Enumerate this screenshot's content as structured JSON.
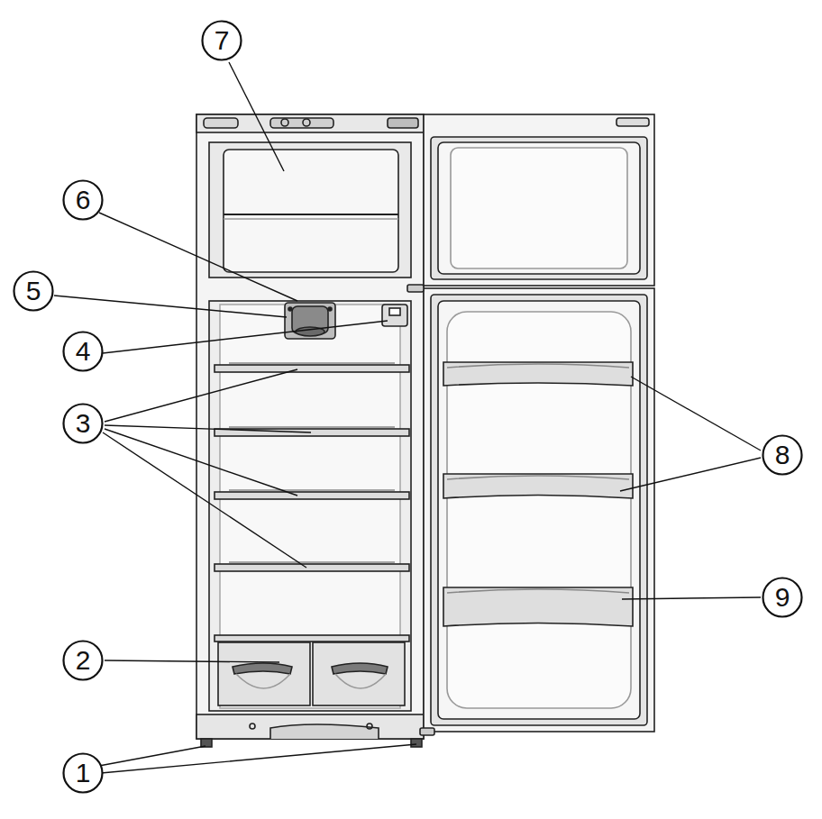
{
  "diagram": {
    "nodes": [
      {
        "text": [
          "7"
        ]
      },
      {
        "text": [
          "6"
        ]
      },
      {
        "text": [
          "5"
        ]
      },
      {
        "text": [
          "4"
        ]
      },
      {
        "text": [
          "3"
        ]
      },
      {
        "text": [
          "8"
        ]
      },
      {
        "text": [
          "9"
        ]
      },
      {
        "text": [
          "2"
        ]
      },
      {
        "text": [
          "1"
        ]
      }
    ]
  }
}
